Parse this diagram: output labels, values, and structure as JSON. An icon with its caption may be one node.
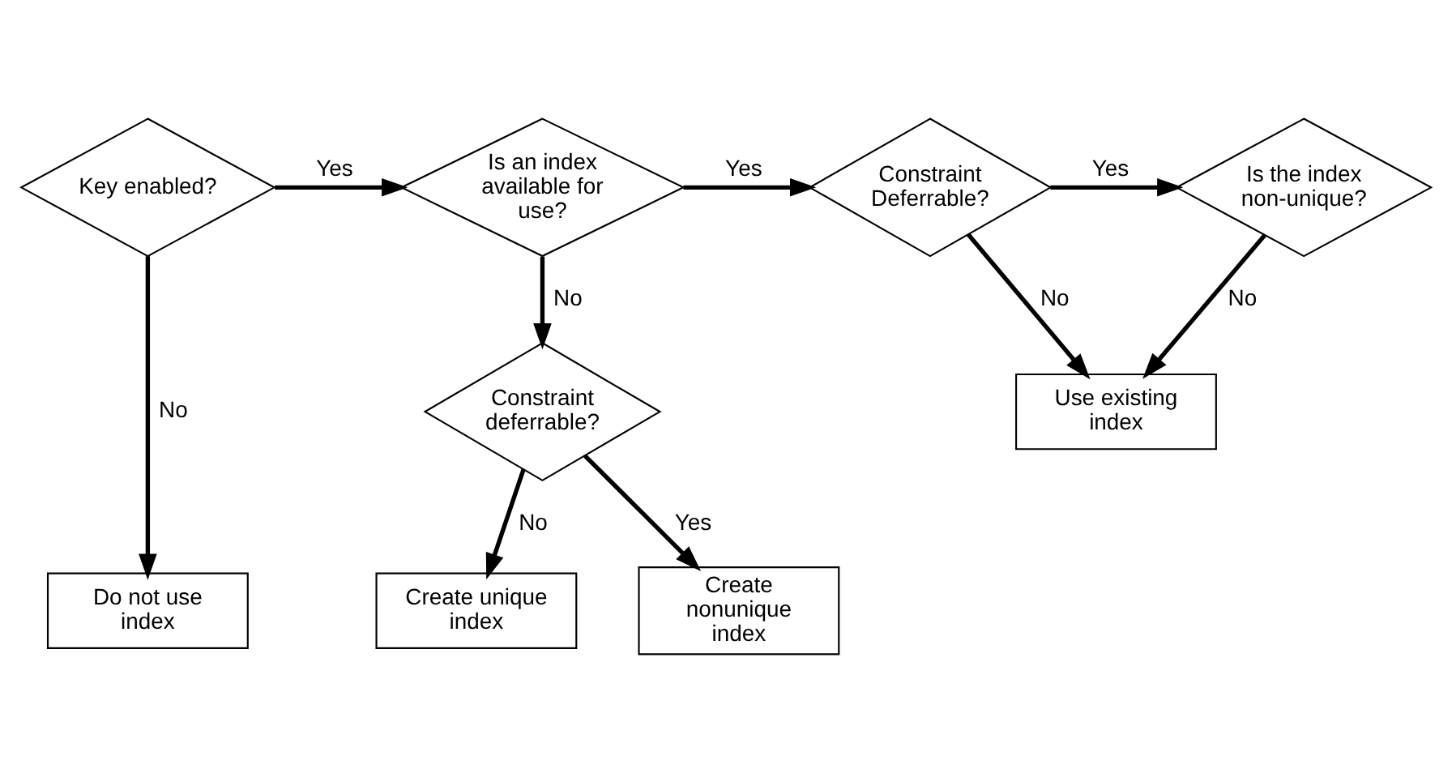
{
  "diagram": {
    "nodes": [
      {
        "text": [
          "Key enabled?"
        ]
      },
      {
        "text": [
          "Is an index available for use?"
        ]
      },
      {
        "text": [
          "Constraint Deferrable?"
        ]
      },
      {
        "text": [
          "Is the index non-unique?"
        ]
      },
      {
        "text": [
          "Use existing index"
        ]
      },
      {
        "text": [
          "Constraint deferrable?"
        ]
      },
      {
        "text": [
          "Do not use index"
        ]
      },
      {
        "text": [
          "Create unique index"
        ]
      },
      {
        "text": [
          "Create nonunique index"
        ]
      }
    ],
    "edges": [
      {
        "from": 0,
        "to": 1,
        "arrow": "to",
        "label": "Yes"
      },
      {
        "from": 1,
        "to": 2,
        "arrow": "to",
        "label": "Yes"
      },
      {
        "from": 2,
        "to": 3,
        "arrow": "to",
        "label": "Yes"
      },
      {
        "from": 2,
        "to": 4,
        "arrow": "to",
        "label": "No"
      },
      {
        "from": 3,
        "to": 4,
        "arrow": "to",
        "label": "No"
      },
      {
        "from": 1,
        "to": 5,
        "arrow": "to",
        "label": "No"
      },
      {
        "from": 5,
        "to": 8,
        "arrow": "to",
        "label": "Yes"
      },
      {
        "from": 5,
        "to": 7,
        "arrow": "to",
        "label": "No"
      },
      {
        "from": 0,
        "to": 6,
        "arrow": "to",
        "label": "No"
      }
    ]
  }
}
